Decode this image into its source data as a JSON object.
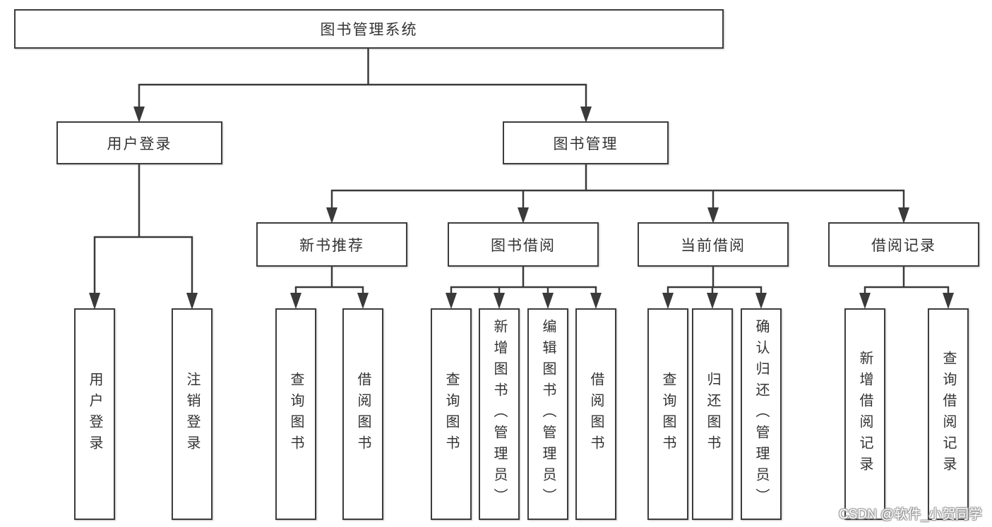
{
  "nodes": {
    "root": "图书管理系统",
    "level2": [
      {
        "label": "用户登录",
        "children": [
          "用户登录",
          "注销登录"
        ]
      },
      {
        "label": "图书管理",
        "children": [
          {
            "label": "新书推荐",
            "children": [
              "查询图书",
              "借阅图书"
            ]
          },
          {
            "label": "图书借阅",
            "children": [
              "查询图书",
              "新增图书（管理员）",
              "编辑图书（管理员）",
              "借阅图书"
            ]
          },
          {
            "label": "当前借阅",
            "children": [
              "查询图书",
              "归还图书",
              "确认归还（管理员）"
            ]
          },
          {
            "label": "借阅记录",
            "children": [
              "新增借阅记录",
              "查询借阅记录"
            ]
          }
        ]
      }
    ]
  },
  "watermark": {
    "text": "CSDN @软件_小贺同学"
  },
  "colors": {
    "line": "#3a3a3a",
    "box_border": "#3d3d3d",
    "text": "#333333",
    "background": "#ffffff",
    "watermark_text": "#ffffff"
  }
}
